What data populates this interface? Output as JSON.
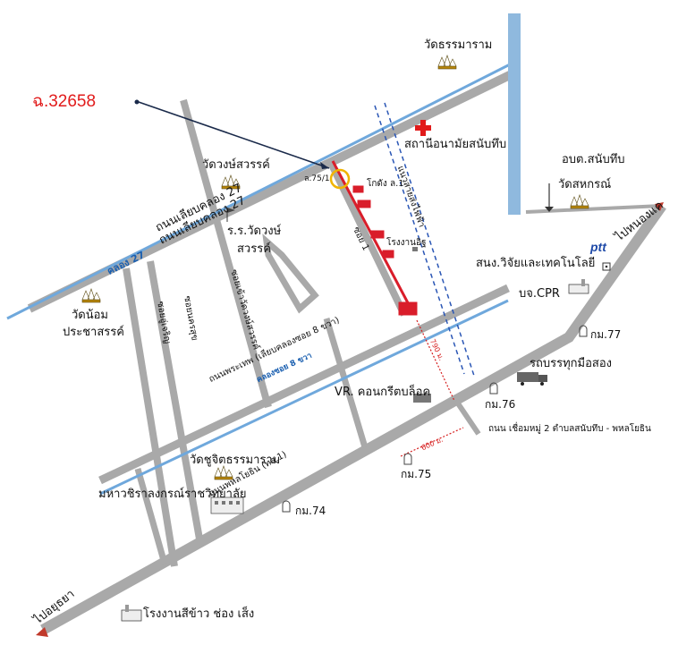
{
  "plot": {
    "id": "ฉ.32658",
    "lot_tag": "ล.75/1"
  },
  "temples": {
    "thammaram": "วัดธรรมาราม",
    "wongsawan": "วัดวงษ์สวรรค์",
    "noi_pracha": [
      "วัดน้อม",
      "ประชาสรรค์"
    ],
    "sahakorn": "วัดสหกรณ์",
    "chu_chit": "วัดชูจิตธรรมาราม"
  },
  "places": {
    "health_station": "สถานีอนามัยสนับทึบ",
    "obt": "อบต.สนับทึบ",
    "school": [
      "ร.ร.วัดวงษ์",
      "สวรรค์"
    ],
    "warehouse": "โกดัง ล.1",
    "factory": "โรงงานอิฐ",
    "tech_college": "สนง.วิจัยและเทคโนโลยี",
    "cpr": "บจ.CPR",
    "used_trucks": "รถบรรทุกมือสอง",
    "vr": "VR. คอนกรีตบล็อค",
    "university": "มหาวชิราลงกรณ์ราชวิทยาลัย",
    "rice_mill": "โรงงานสีข้าว ช่อง เส็ง",
    "ptt": "ptt"
  },
  "roads": {
    "khlong27_road_a": "ถนนเลียบคลอง 27",
    "khlong27_road_b": "ถนนเลียบคลอง 27",
    "khlong27": "คลอง 27",
    "soi1": "ซอย 1",
    "soi_wat_wongsawan": "ซอยเข้าวัดวงษ์สวรรค์",
    "soi_ua_charoen": "ซอยอู่เจริญ",
    "soi_sathanee": "ซอยนครสุข",
    "high_voltage": "แนวสายส่งไฟฟ้า",
    "phra_thep_road": "ถนนพระเทพ (เลียบคลองซอย 8 ขวา)",
    "khlong_soi8": "คลองซอย 8 ขวา",
    "phahonyothin": "ถนนพหลโยธิน (ทล.1)",
    "connector": "ถนน เชื่อมหมู่ 2 ตำบลสนับทึบ - พหลโยธิน",
    "to_nong_khae": "ไปหนองแค",
    "to_ayutthaya": "ไปอยุธยา"
  },
  "markers": {
    "km74": "กม.74",
    "km75": "กม.75",
    "km76": "กม.76",
    "km77": "กม.77"
  },
  "distances": {
    "d790": "790 ม.",
    "d600": "600 ม."
  },
  "colors": {
    "road_gray": "#a7a7a7",
    "canal_blue": "#6fa8dc",
    "plot_red": "#d91d2a",
    "label_red": "#e11b1b",
    "marker_yellow": "#f0b400",
    "power_line": "#2a56b5"
  }
}
